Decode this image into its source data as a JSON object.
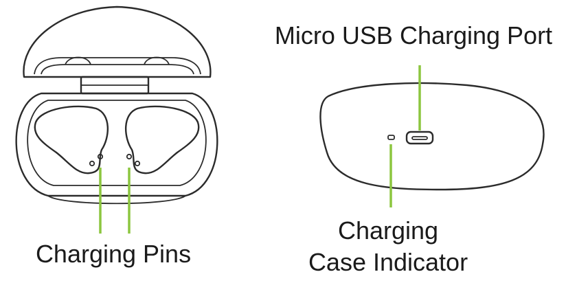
{
  "labels": {
    "micro_usb_port": "Micro USB Charging Port",
    "charging_pins": "Charging Pins",
    "indicator_line1": "Charging",
    "indicator_line2": "Case Indicator"
  },
  "colors": {
    "callout_line": "#8cc63f",
    "outline": "#2b2b2b",
    "text": "#1a1a1a"
  }
}
